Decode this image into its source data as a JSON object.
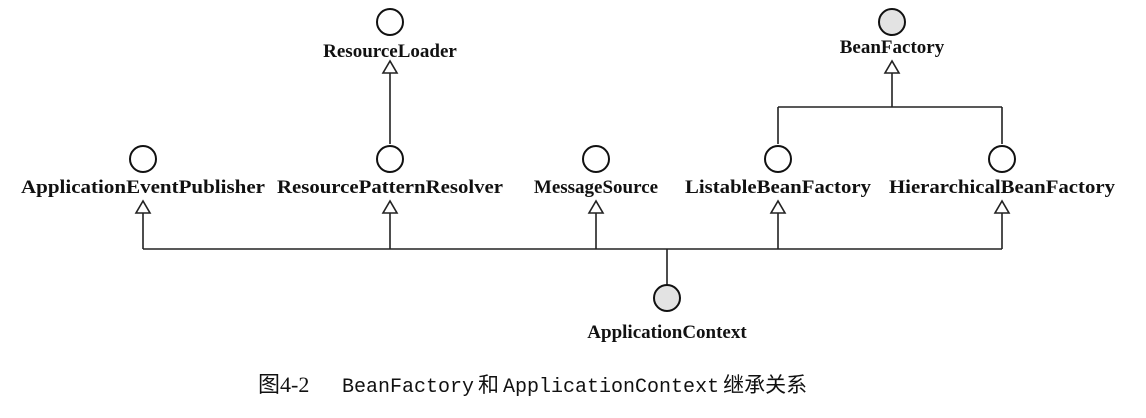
{
  "diagram": {
    "nodes": {
      "resource_loader": {
        "label": "ResourceLoader",
        "shaded": false
      },
      "bean_factory": {
        "label": "BeanFactory",
        "shaded": true
      },
      "application_event_publisher": {
        "label": "ApplicationEventPublisher",
        "shaded": false
      },
      "resource_pattern_resolver": {
        "label": "ResourcePatternResolver",
        "shaded": false
      },
      "message_source": {
        "label": "MessageSource",
        "shaded": false
      },
      "listable_bean_factory": {
        "label": "ListableBeanFactory",
        "shaded": false
      },
      "hierarchical_bean_factory": {
        "label": "HierarchicalBeanFactory",
        "shaded": false
      },
      "application_context": {
        "label": "ApplicationContext",
        "shaded": true
      }
    },
    "colors": {
      "plain_fill": "#ffffff",
      "shaded_fill": "#e3e3e3",
      "line": "#222222"
    }
  },
  "caption": {
    "prefix": "图4-2",
    "part1": "BeanFactory",
    "mid": "和",
    "part2": "ApplicationContext",
    "suffix": "继承关系"
  }
}
